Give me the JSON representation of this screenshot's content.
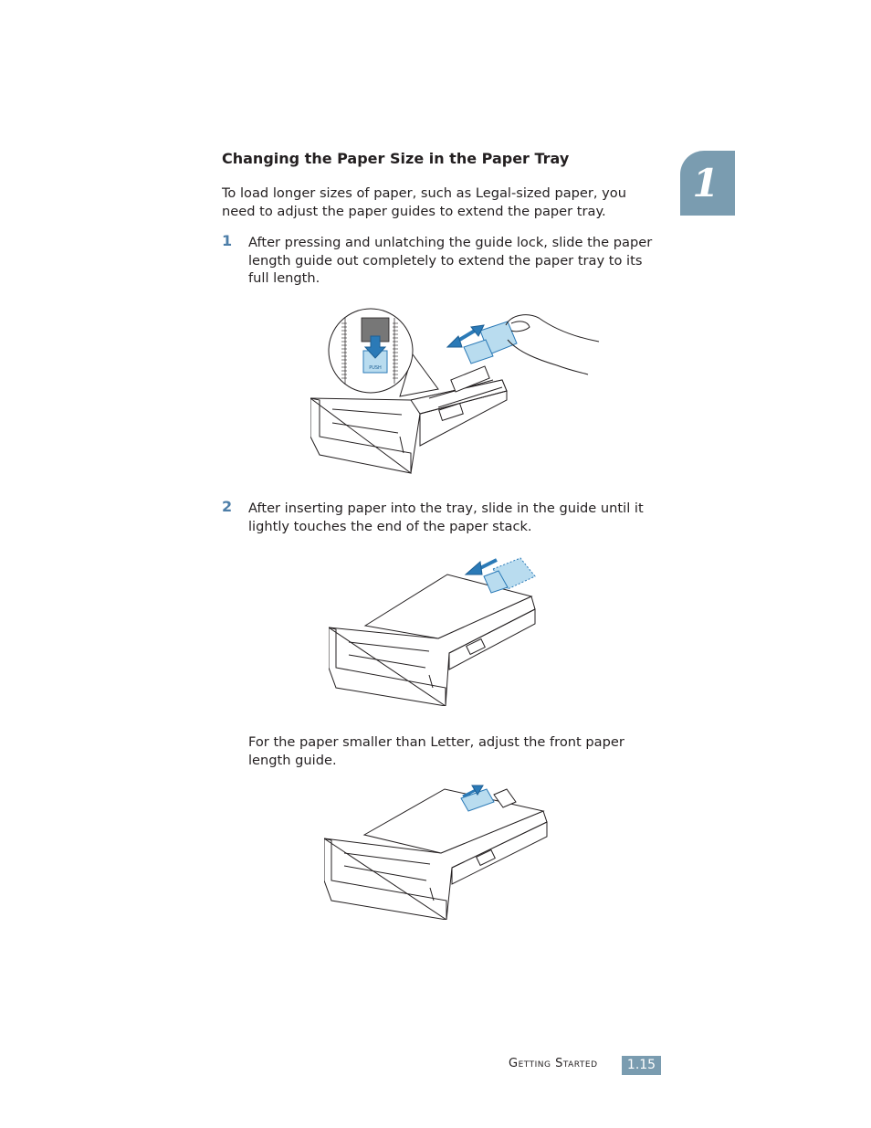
{
  "chapter": {
    "number": "1"
  },
  "section": {
    "heading": "Changing the Paper Size in the Paper Tray",
    "intro": "To load longer sizes of paper, such as Legal-sized paper, you need to adjust the paper guides to extend the paper tray."
  },
  "steps": [
    {
      "number": "1",
      "text": "After pressing and unlatching the guide lock, slide the paper length guide out completely to extend the paper tray to its full length."
    },
    {
      "number": "2",
      "text": "After inserting paper into the tray, slide in the guide until it lightly touches the end of the paper stack."
    }
  ],
  "note": "For the paper smaller than Letter, adjust the front paper length guide.",
  "figure1": {
    "callout_label": "PUSH"
  },
  "footer": {
    "section": "Getting Started",
    "page": "1.15"
  },
  "colors": {
    "accent": "#7a9cb0",
    "step_number": "#4d7ea8",
    "illustration_blue": "#2b7ab7"
  }
}
